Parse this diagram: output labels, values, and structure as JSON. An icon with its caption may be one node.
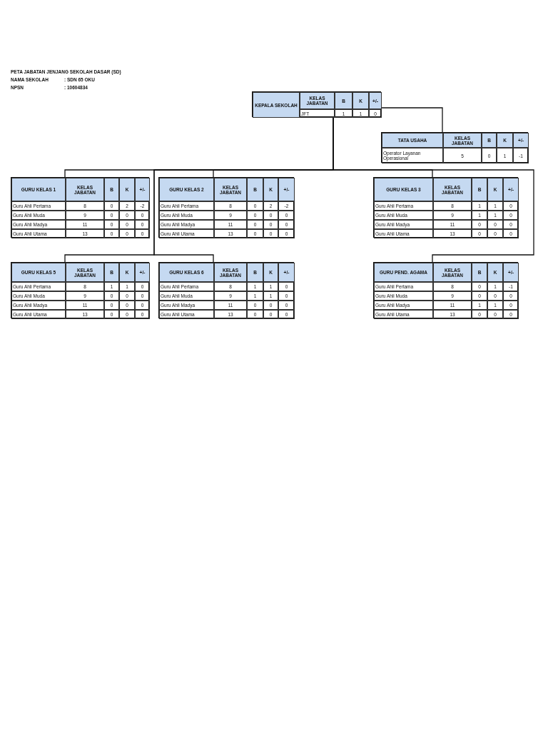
{
  "diagram": {
    "title": "PETA JABATAN JENJANG SEKOLAH DASAR (SD)",
    "nodes": [
      {
        "text": [
          "KEPALA SEKOLAH",
          "KELAS JABATAN",
          "B",
          "K",
          "+/-",
          "JFT",
          "1",
          "1",
          "0"
        ]
      },
      {
        "text": [
          "TATA USAHA",
          "KELAS JABATAN",
          "B",
          "K",
          "+/-",
          "Operator Layanan Operasional",
          "5",
          "0",
          "1",
          "-1"
        ]
      },
      {
        "text": [
          "GURU KELAS 1",
          "KELAS JABATAN",
          "B",
          "K",
          "+/-",
          "Guru Ahli Pertama",
          "8",
          "0",
          "2",
          "-2",
          "Guru Ahli Muda",
          "9",
          "0",
          "0",
          "0",
          "Guru Ahli Madya",
          "11",
          "0",
          "0",
          "0",
          "Guru Ahli Utama",
          "13",
          "0",
          "0",
          "0"
        ]
      },
      {
        "text": [
          "GURU KELAS 2",
          "KELAS JABATAN",
          "B",
          "K",
          "+/-",
          "Guru Ahli Pertama",
          "8",
          "0",
          "2",
          "-2",
          "Guru Ahli Muda",
          "9",
          "0",
          "0",
          "0",
          "Guru Ahli Madya",
          "11",
          "0",
          "0",
          "0",
          "Guru Ahli Utama",
          "13",
          "0",
          "0",
          "0"
        ]
      },
      {
        "text": [
          "GURU KELAS 3",
          "KELAS JABATAN",
          "B",
          "K",
          "+/-",
          "Guru Ahli Pertama",
          "8",
          "1",
          "1",
          "0",
          "Guru Ahli Muda",
          "9",
          "1",
          "1",
          "0",
          "Guru Ahli Madya",
          "11",
          "0",
          "0",
          "0",
          "Guru Ahli Utama",
          "13",
          "0",
          "0",
          "0"
        ]
      },
      {
        "text": [
          "GURU KELAS 5",
          "KELAS JABATAN",
          "B",
          "K",
          "+/-",
          "Guru Ahli Pertama",
          "8",
          "1",
          "1",
          "0",
          "Guru Ahli Muda",
          "9",
          "0",
          "0",
          "0",
          "Guru Ahli Madya",
          "11",
          "0",
          "0",
          "0",
          "Guru Ahli Utama",
          "13",
          "0",
          "0",
          "0"
        ]
      },
      {
        "text": [
          "GURU KELAS 6",
          "KELAS JABATAN",
          "B",
          "K",
          "+/-",
          "Guru Ahli Pertama",
          "8",
          "1",
          "1",
          "0",
          "Guru Ahli Muda",
          "9",
          "1",
          "1",
          "0",
          "Guru Ahli Madya",
          "11",
          "0",
          "0",
          "0",
          "Guru Ahli Utama",
          "13",
          "0",
          "0",
          "0"
        ]
      },
      {
        "text": [
          "GURU PEND. AGAMA",
          "KELAS JABATAN",
          "B",
          "K",
          "+/-",
          "Guru Ahli Pertama",
          "8",
          "0",
          "1",
          "-1",
          "Guru Ahli Muda",
          "9",
          "0",
          "0",
          "0",
          "Guru Ahli Madya",
          "11",
          "1",
          "1",
          "0",
          "Guru Ahli Utama",
          "13",
          "0",
          "0",
          "0"
        ]
      }
    ],
    "edges": [
      {
        "from": 0,
        "to": 1,
        "arrow": "none"
      },
      {
        "from": 0,
        "to": 2,
        "arrow": "none"
      },
      {
        "from": 0,
        "to": 3,
        "arrow": "none"
      },
      {
        "from": 0,
        "to": 4,
        "arrow": "none"
      },
      {
        "from": 0,
        "to": 5,
        "arrow": "none"
      },
      {
        "from": 0,
        "to": 6,
        "arrow": "none"
      },
      {
        "from": 0,
        "to": 7,
        "arrow": "none"
      }
    ],
    "labels": [
      "NAMA SEKOLAH",
      ": SDN 65 OKU",
      "NPSN",
      ": 10604834"
    ]
  }
}
